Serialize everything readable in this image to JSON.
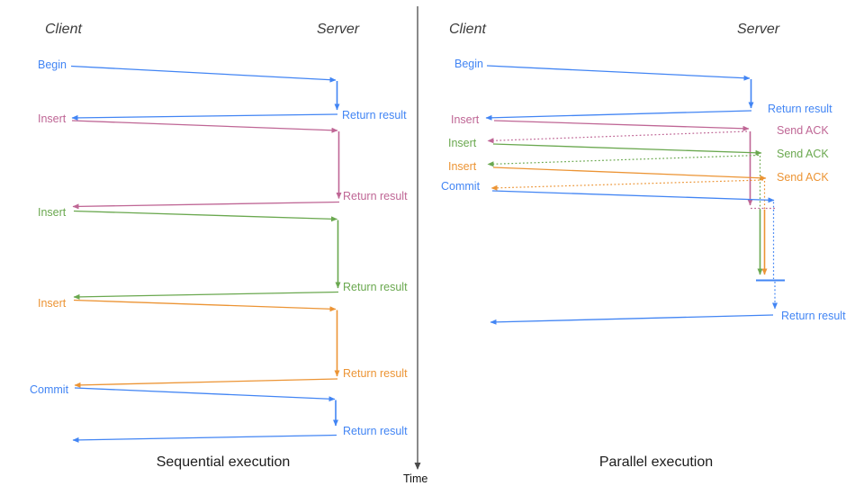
{
  "diagram": {
    "time_axis_label": "Time",
    "colors": {
      "blue": "#4285f4",
      "pink": "#bf6695",
      "green": "#6aa84f",
      "orange": "#ec9434",
      "axis": "#4a4a4a",
      "header": "#3c3c3c",
      "title": "#1c1c1c"
    },
    "left": {
      "title": "Sequential execution",
      "client_label": "Client",
      "server_label": "Server",
      "messages": [
        {
          "label": "Begin",
          "color": "blue",
          "response": "Return result"
        },
        {
          "label": "Insert",
          "color": "pink",
          "response": "Return result"
        },
        {
          "label": "Insert",
          "color": "green",
          "response": "Return result"
        },
        {
          "label": "Insert",
          "color": "orange",
          "response": "Return result"
        },
        {
          "label": "Commit",
          "color": "blue",
          "response": "Return result"
        }
      ]
    },
    "right": {
      "title": "Parallel execution",
      "client_label": "Client",
      "server_label": "Server",
      "messages": [
        {
          "label": "Begin",
          "color": "blue",
          "response": "Return result"
        },
        {
          "label": "Insert",
          "color": "pink",
          "ack": "Send ACK"
        },
        {
          "label": "Insert",
          "color": "green",
          "ack": "Send ACK"
        },
        {
          "label": "Insert",
          "color": "orange",
          "ack": "Send ACK"
        },
        {
          "label": "Commit",
          "color": "blue",
          "response": "Return result"
        }
      ]
    }
  }
}
